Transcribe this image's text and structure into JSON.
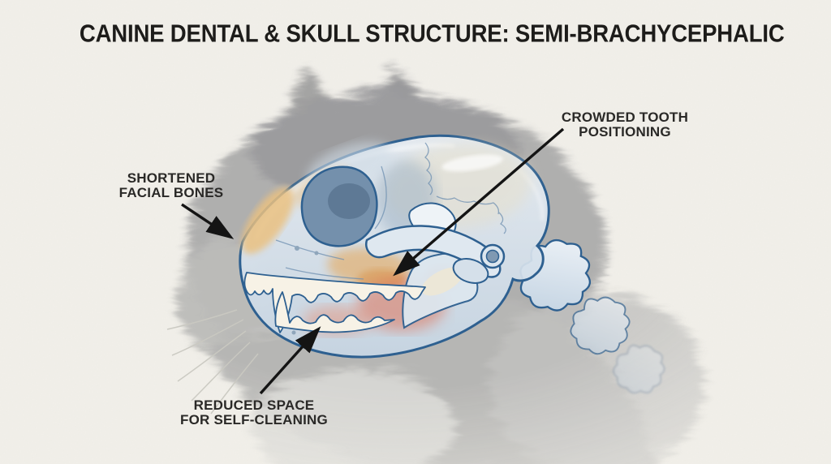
{
  "title": "CANINE DENTAL & SKULL STRUCTURE: SEMI-BRACHYCEPHALIC",
  "annotations": [
    {
      "name": "shortened-facial-bones",
      "lines": [
        "SHORTENED",
        "FACIAL BONES"
      ]
    },
    {
      "name": "crowded-tooth-positioning",
      "lines": [
        "CROWDED TOOTH",
        "POSITIONING"
      ]
    },
    {
      "name": "reduced-space-for-self-cleaning",
      "lines": [
        "REDUCED SPACE",
        "FOR SELF-CLEANING"
      ]
    }
  ],
  "figure": {
    "illustration": "cat-skull-lateral-overlay-on-grey-cat-photo"
  },
  "colors": {
    "paper": "#f2f0ea",
    "title_text": "#1d1c1a",
    "label_text": "#2a2927",
    "arrow": "#141414",
    "skull_outline": "#2e6090",
    "skull_fill_light": "#e9eff5",
    "skull_fill_dark": "#c7d6e4",
    "orbit": "#7490ac",
    "nasal_highlight": "#eac181",
    "inflammation": "#e06a4e",
    "teeth": "#f7f2e6",
    "cat_fur": "#a7a7a7"
  }
}
